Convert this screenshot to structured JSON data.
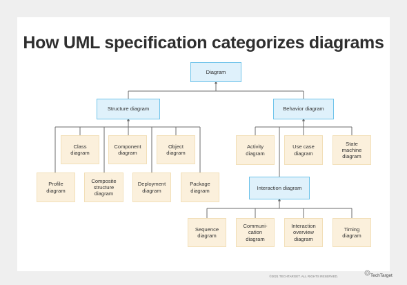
{
  "title": "How UML specification categorizes diagrams",
  "root": "Diagram",
  "structure": {
    "label": "Structure diagram",
    "children_top": [
      "Class\ndiagram",
      "Component\ndiagram",
      "Object\ndiagram"
    ],
    "children_bottom": [
      "Profile\ndiagram",
      "Composite\nstructure\ndiagram",
      "Deployment\ndiagram",
      "Package\ndiagram"
    ]
  },
  "behavior": {
    "label": "Behavior diagram",
    "children": [
      "Activity\ndiagram",
      "Use case\ndiagram",
      "State\nmachine\ndiagram"
    ],
    "interaction": {
      "label": "Interaction diagram",
      "children": [
        "Sequence\ndiagram",
        "Communi-\ncation\ndiagram",
        "Interaction\noverview\ndiagram",
        "Timing\ndiagram"
      ]
    }
  },
  "footer": "©2021 TECHTARGET. ALL RIGHTS RESERVED.",
  "brand": "TechTarget",
  "colors": {
    "blue_fill": "#dff1fb",
    "blue_border": "#6ec3ea",
    "tan_fill": "#fbf0dc",
    "line": "#6b6b6b"
  }
}
